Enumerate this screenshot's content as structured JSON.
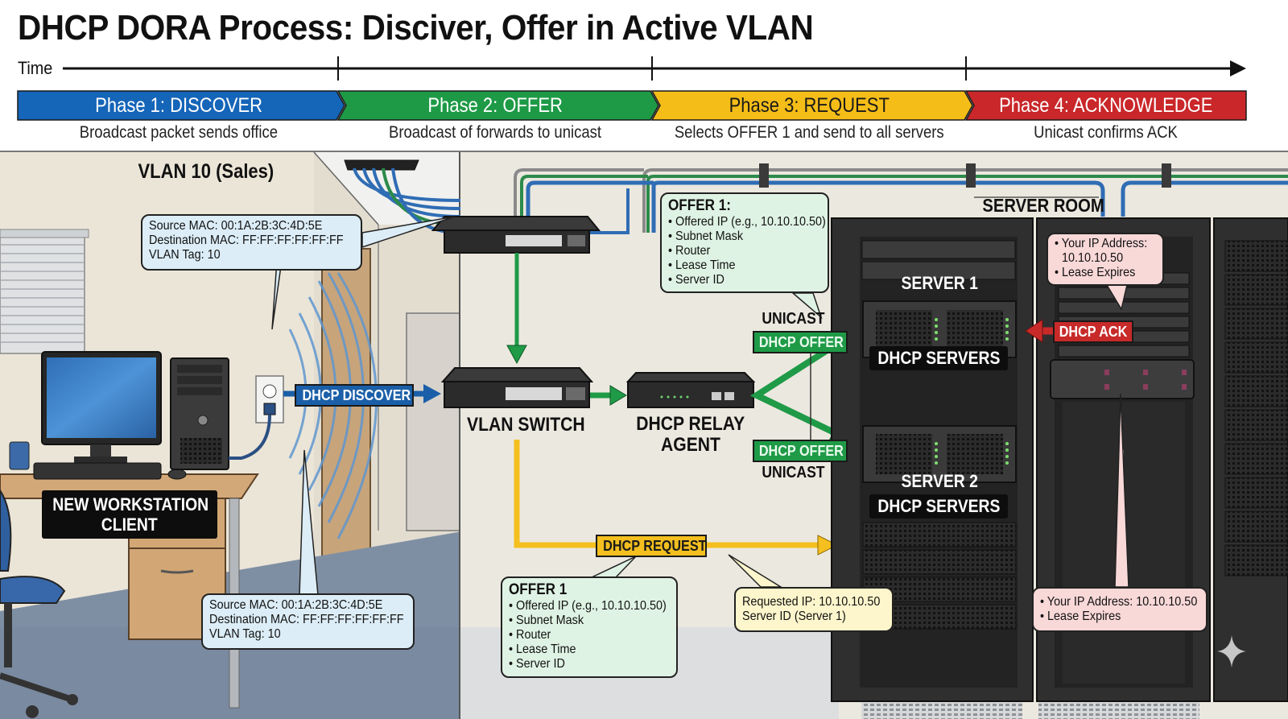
{
  "header": {
    "title": "DHCP DORA Process: Disciver, Offer in Active VLAN",
    "time_label": "Time"
  },
  "phases": [
    {
      "label": "Phase 1: DISCOVER",
      "description": "Broadcast packet sends office",
      "color": "#1565b8"
    },
    {
      "label": "Phase 2: OFFER",
      "description": "Broadcast of forwards to unicast",
      "color": "#1e9a46"
    },
    {
      "label": "Phase 3: REQUEST",
      "description": "Selects OFFER 1 and send to all servers",
      "color": "#f5bd18"
    },
    {
      "label": "Phase 4: ACKNOWLEDGE",
      "description": "Unicast confirms ACK",
      "color": "#c9272a"
    }
  ],
  "office": {
    "vlan_label": "VLAN 10 (Sales)",
    "client_label_line1": "NEW WORKSTATION",
    "client_label_line2": "CLIENT",
    "packet_top": {
      "source_mac": "Source MAC: 00:1A:2B:3C:4D:5E",
      "destination_mac": "Destination MAC: FF:FF:FF:FF:FF:FF",
      "vlan_tag": "VLAN Tag: 10"
    },
    "packet_bottom": {
      "source_mac": "Source MAC: 00:1A:2B:3C:4D:5E",
      "destination_mac": "Destination MAC: FF:FF:FF:FF:FF:FF",
      "vlan_tag": "VLAN Tag: 10"
    }
  },
  "network": {
    "vlan_switch_label": "VLAN SWITCH",
    "relay_label_line1": "DHCP RELAY",
    "relay_label_line2": "AGENT",
    "discover_badge": "DHCP DISCOVER",
    "offer_badge_top": "DHCP OFFER",
    "offer_badge_bottom": "DHCP OFFER",
    "unicast_top": "UNICAST",
    "unicast_bottom": "UNICAST",
    "request_badge": "DHCP REQUEST",
    "ack_badge": "DHCP ACK"
  },
  "offer_callout_top": {
    "title": "OFFER 1:",
    "items": [
      "• Offered IP (e.g., 10.10.10.50)",
      "• Subnet Mask",
      "• Router",
      "• Lease Time",
      "• Server ID"
    ]
  },
  "offer_callout_bottom": {
    "title": "OFFER 1",
    "items": [
      "• Offered IP (e.g., 10.10.10.50)",
      "• Subnet Mask",
      "• Router",
      "• Lease Time",
      "• Server ID"
    ]
  },
  "request_callout": {
    "line1": "Requested IP: 10.10.10.50",
    "line2": "Server ID (Server 1)"
  },
  "server_room": {
    "label": "SERVER ROOM",
    "server1_label": "SERVER 1",
    "server1_role": "DHCP SERVERS",
    "server2_label": "SERVER 2",
    "server2_role": "DHCP SERVERS"
  },
  "ack_callout_top": {
    "line1": "• Your IP Address:",
    "line2": "10.10.10.50",
    "line3": "• Lease Expires"
  },
  "ack_callout_bottom": {
    "line1": "• Your IP Address: 10.10.10.50",
    "line2": "• Lease Expires"
  }
}
